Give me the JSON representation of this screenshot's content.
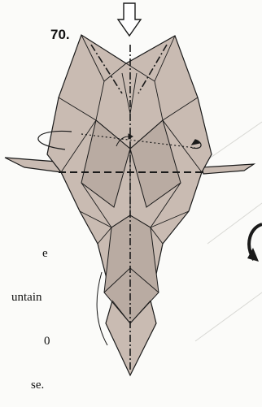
{
  "step": {
    "number": "70."
  },
  "caption": {
    "lines": [
      "e",
      "untain",
      "0",
      "se."
    ]
  },
  "colors": {
    "paper": "#c9bbb2",
    "paper_shade": "#b9aba2",
    "line": "#1a1a1a",
    "background": "#fbfbf9"
  },
  "icons": {
    "push_arrow": "hollow-down-arrow",
    "turn_over": "rotation-loop-arrow",
    "next_step_arrow": "curved-arrow-partial"
  }
}
